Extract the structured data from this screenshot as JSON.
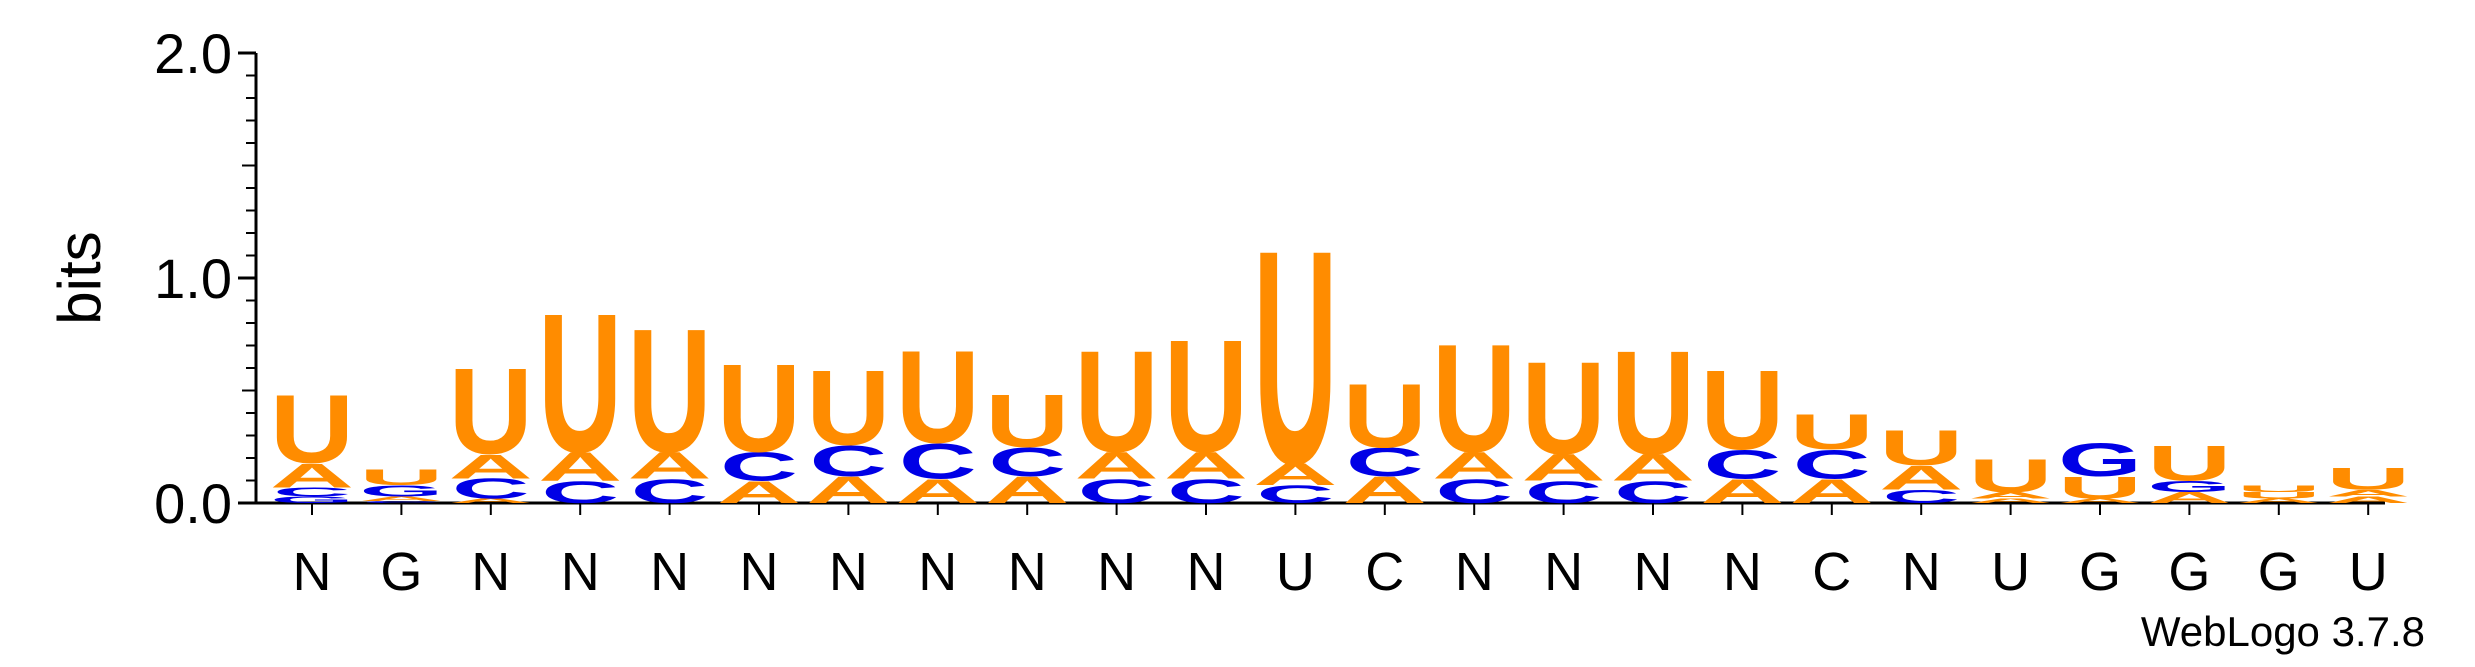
{
  "chart_data": {
    "type": "sequence-logo",
    "ylabel": "bits",
    "ylim": [
      0,
      2
    ],
    "yticks": [
      "0.0",
      "1.0",
      "2.0"
    ],
    "footer": "WebLogo 3.7.8",
    "colors": {
      "A": "#FF8C00",
      "U": "#FF8C00",
      "C": "#0000E6",
      "G": "#0000E6"
    },
    "x_labels": [
      "N",
      "G",
      "N",
      "N",
      "N",
      "N",
      "N",
      "N",
      "N",
      "N",
      "N",
      "U",
      "C",
      "N",
      "N",
      "N",
      "N",
      "C",
      "N",
      "U",
      "G",
      "G",
      "G",
      "U"
    ],
    "positions": [
      [
        {
          "l": "G",
          "v": 0.03
        },
        {
          "l": "C",
          "v": 0.04
        },
        {
          "l": "A",
          "v": 0.11
        },
        {
          "l": "U",
          "v": 0.31
        }
      ],
      [
        {
          "l": "C",
          "v": 0.01
        },
        {
          "l": "A",
          "v": 0.02
        },
        {
          "l": "G",
          "v": 0.05
        },
        {
          "l": "U",
          "v": 0.07
        }
      ],
      [
        {
          "l": "A",
          "v": 0.02
        },
        {
          "l": "C",
          "v": 0.09
        },
        {
          "l": "A",
          "v": 0.11
        },
        {
          "l": "U",
          "v": 0.39
        }
      ],
      [
        {
          "l": "C",
          "v": 0.1
        },
        {
          "l": "A",
          "v": 0.13
        },
        {
          "l": "U",
          "v": 0.63
        }
      ],
      [
        {
          "l": "C",
          "v": 0.11
        },
        {
          "l": "A",
          "v": 0.12
        },
        {
          "l": "U",
          "v": 0.56
        }
      ],
      [
        {
          "l": "A",
          "v": 0.1
        },
        {
          "l": "C",
          "v": 0.13
        },
        {
          "l": "U",
          "v": 0.4
        }
      ],
      [
        {
          "l": "A",
          "v": 0.12
        },
        {
          "l": "C",
          "v": 0.14
        },
        {
          "l": "U",
          "v": 0.34
        }
      ],
      [
        {
          "l": "A",
          "v": 0.11
        },
        {
          "l": "C",
          "v": 0.16
        },
        {
          "l": "U",
          "v": 0.42
        }
      ],
      [
        {
          "l": "A",
          "v": 0.12
        },
        {
          "l": "C",
          "v": 0.13
        },
        {
          "l": "U",
          "v": 0.24
        }
      ],
      [
        {
          "l": "C",
          "v": 0.11
        },
        {
          "l": "A",
          "v": 0.12
        },
        {
          "l": "U",
          "v": 0.46
        }
      ],
      [
        {
          "l": "C",
          "v": 0.11
        },
        {
          "l": "A",
          "v": 0.12
        },
        {
          "l": "U",
          "v": 0.51
        }
      ],
      [
        {
          "l": "C",
          "v": 0.08
        },
        {
          "l": "A",
          "v": 0.1
        },
        {
          "l": "U",
          "v": 0.97
        }
      ],
      [
        {
          "l": "A",
          "v": 0.12
        },
        {
          "l": "C",
          "v": 0.13
        },
        {
          "l": "U",
          "v": 0.29
        }
      ],
      [
        {
          "l": "C",
          "v": 0.11
        },
        {
          "l": "A",
          "v": 0.12
        },
        {
          "l": "U",
          "v": 0.49
        }
      ],
      [
        {
          "l": "C",
          "v": 0.1
        },
        {
          "l": "A",
          "v": 0.12
        },
        {
          "l": "U",
          "v": 0.42
        }
      ],
      [
        {
          "l": "C",
          "v": 0.1
        },
        {
          "l": "A",
          "v": 0.12
        },
        {
          "l": "U",
          "v": 0.47
        }
      ],
      [
        {
          "l": "A",
          "v": 0.11
        },
        {
          "l": "C",
          "v": 0.13
        },
        {
          "l": "U",
          "v": 0.36
        }
      ],
      [
        {
          "l": "A",
          "v": 0.11
        },
        {
          "l": "C",
          "v": 0.13
        },
        {
          "l": "U",
          "v": 0.16
        }
      ],
      [
        {
          "l": "C",
          "v": 0.06
        },
        {
          "l": "A",
          "v": 0.11
        },
        {
          "l": "U",
          "v": 0.16
        }
      ],
      [
        {
          "l": "A",
          "v": 0.02
        },
        {
          "l": "A",
          "v": 0.03
        },
        {
          "l": "U",
          "v": 0.15
        }
      ],
      [
        {
          "l": "A",
          "v": 0.02
        },
        {
          "l": "U",
          "v": 0.1
        },
        {
          "l": "G",
          "v": 0.15
        }
      ],
      [
        {
          "l": "A",
          "v": 0.05
        },
        {
          "l": "G",
          "v": 0.05
        },
        {
          "l": "U",
          "v": 0.16
        }
      ],
      [
        {
          "l": "A",
          "v": 0.02
        },
        {
          "l": "U",
          "v": 0.03
        },
        {
          "l": "U",
          "v": 0.03
        }
      ],
      [
        {
          "l": "A",
          "v": 0.03
        },
        {
          "l": "A",
          "v": 0.03
        },
        {
          "l": "U",
          "v": 0.1
        }
      ]
    ]
  }
}
